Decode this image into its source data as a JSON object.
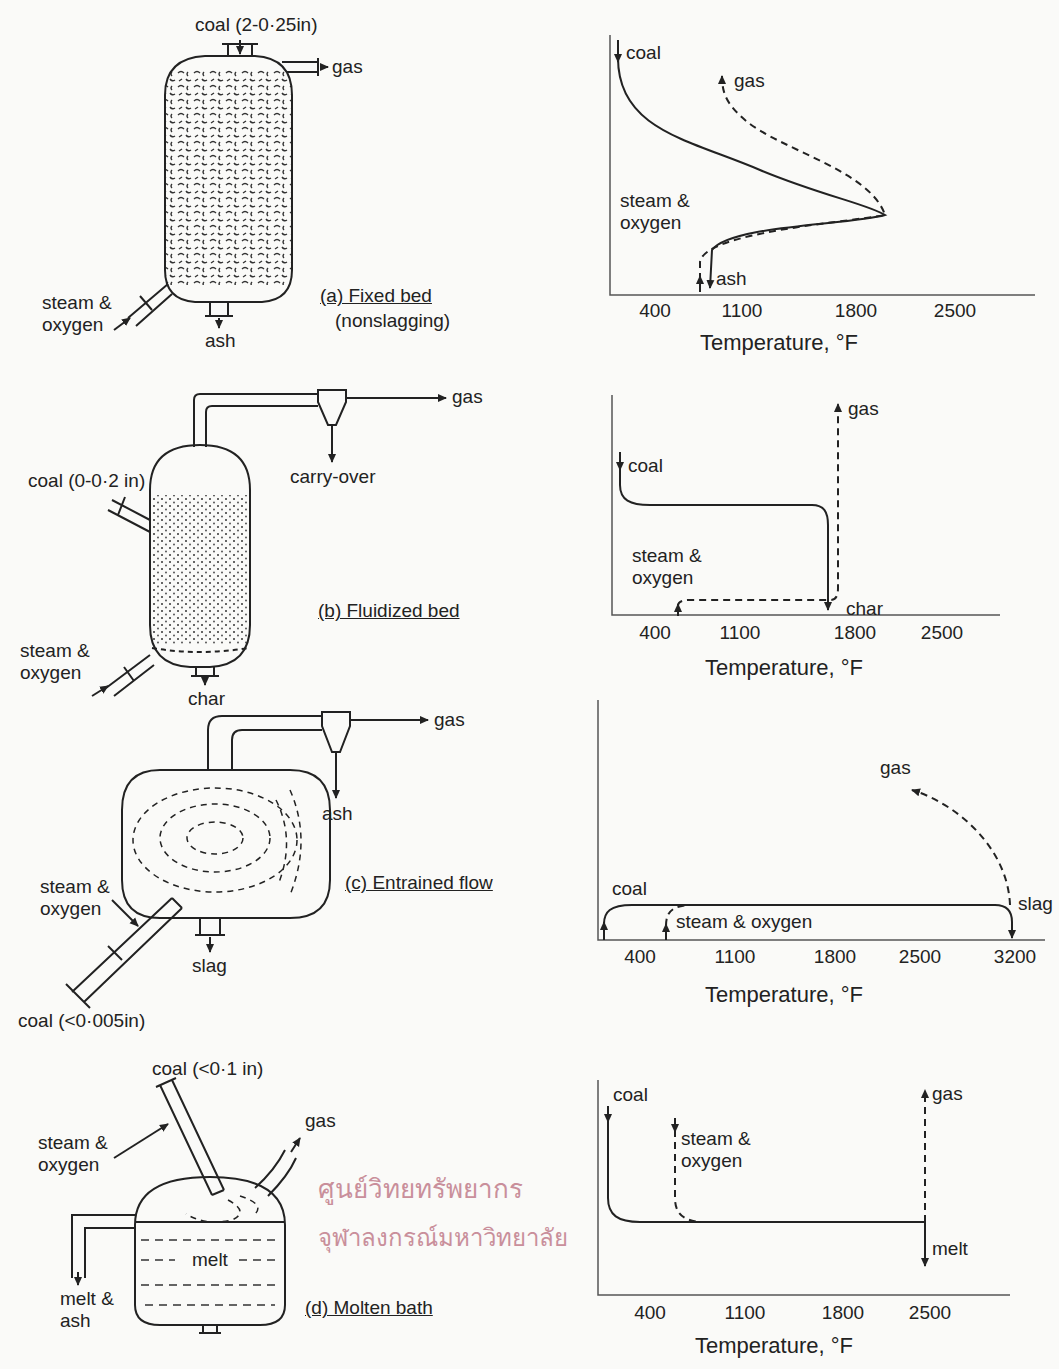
{
  "diagram": {
    "nodes": [
      {
        "text": [
          "melt"
        ]
      }
    ],
    "labels": [
      "coal (2-0·25in)",
      "gas",
      "steam & oxygen",
      "ash",
      "(a) Fixed bed",
      "(nonslagging)",
      "coal",
      "gas",
      "steam & oxygen",
      "ash",
      "400",
      "1100",
      "1800",
      "2500",
      "Temperature, °F",
      "gas",
      "carry-over",
      "coal (0-0·2 in)",
      "steam & oxygen",
      "char",
      "(b) Fluidized bed",
      "gas",
      "coal",
      "steam & oxygen",
      "char",
      "400",
      "1100",
      "1800",
      "2500",
      "Temperature, °F",
      "gas",
      "ash",
      "steam & oxygen",
      "(c) Entrained flow",
      "slag",
      "coal (<0·005in)",
      "gas",
      "coal",
      "steam & oxygen",
      "slag",
      "400",
      "1100",
      "1800",
      "2500",
      "3200",
      "Temperature, °F",
      "coal (<0·1 in)",
      "steam & oxygen",
      "gas",
      "melt & ash",
      "(d) Molten bath",
      "coal",
      "steam & oxygen",
      "gas",
      "melt",
      "400",
      "1100",
      "1800",
      "2500",
      "Temperature, °F",
      "ศูนย์วิทยทรัพยากร",
      "จุฬาลงกรณ์มหาวิทยาลัย"
    ]
  }
}
